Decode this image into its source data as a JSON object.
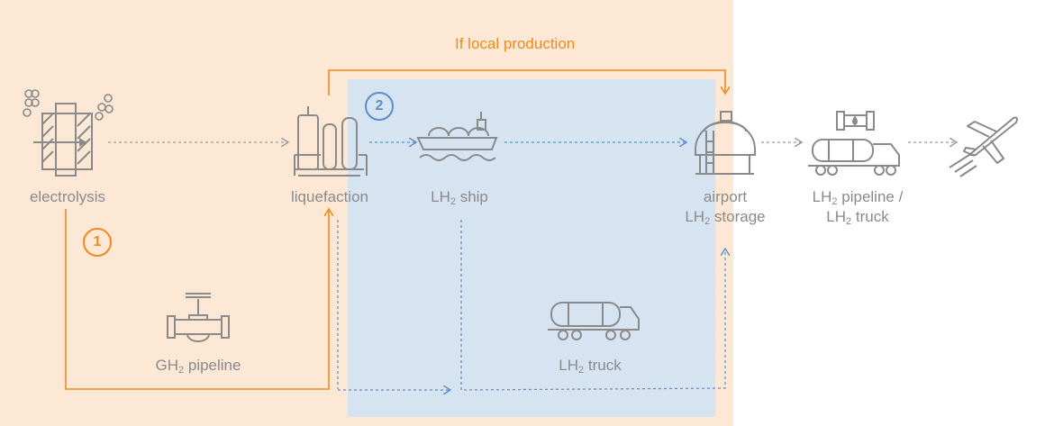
{
  "diagram": {
    "local_production_label": "If local production",
    "route_badges": [
      "1",
      "2"
    ],
    "nodes": {
      "electrolysis": {
        "label": "electrolysis",
        "icon": "electrolysis-icon"
      },
      "liquefaction": {
        "label": "liquefaction",
        "icon": "liquefaction-plant-icon"
      },
      "lh2_ship": {
        "prefix": "LH",
        "sub": "2",
        "suffix": " ship",
        "icon": "lh2-ship-icon"
      },
      "airport_storage": {
        "line1": "airport",
        "prefix": "LH",
        "sub": "2",
        "suffix": " storage",
        "icon": "storage-tank-icon"
      },
      "lh2_pipeline_truck": {
        "line1_prefix": "LH",
        "line1_sub": "2",
        "line1_suffix": " pipeline /",
        "line2_prefix": "LH",
        "line2_sub": "2",
        "line2_suffix": " truck",
        "icon": "pipeline-truck-icon"
      },
      "gh2_pipeline": {
        "prefix": "GH",
        "sub": "2",
        "suffix": " pipeline",
        "icon": "pipeline-valve-icon"
      },
      "lh2_truck": {
        "prefix": "LH",
        "sub": "2",
        "suffix": " truck",
        "icon": "tanker-truck-icon"
      },
      "aircraft": {
        "icon": "airplane-icon"
      }
    },
    "colors": {
      "route_1_background": "#fde8d6",
      "route_2_background": "#d6e3f0",
      "route_1_accent": "#ef8a1f",
      "route_2_accent": "#5b8fc9",
      "icon_gray": "#8a8a8a"
    }
  }
}
